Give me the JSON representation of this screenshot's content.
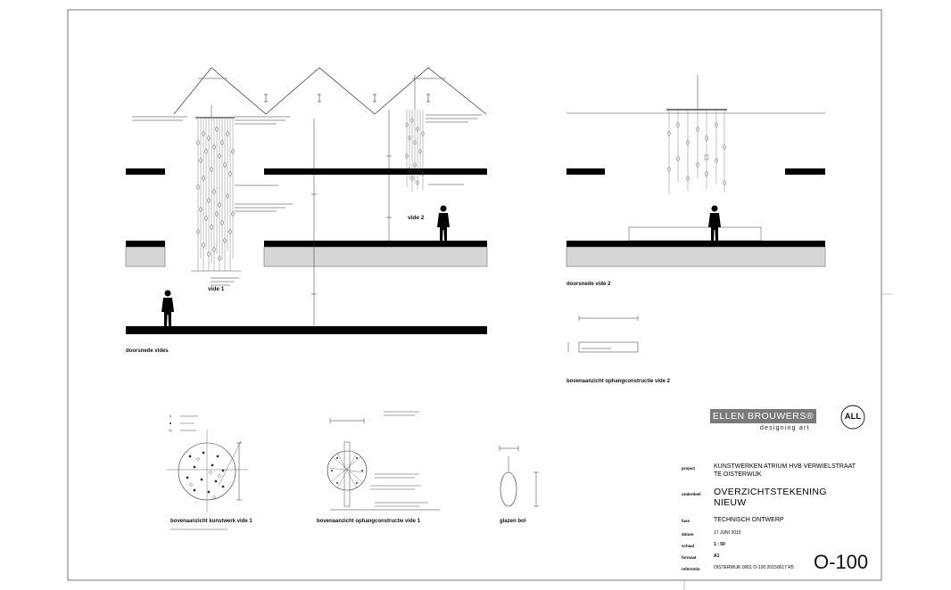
{
  "drawing": {
    "labels": {
      "vide1": "vide 1",
      "vide2": "vide 2",
      "section_vides": "doorsnede vides",
      "section_vide2": "doorsnede vide 2",
      "top_view_suspension_vide2": "bovenaanzicht ophangconstructie vide 2",
      "top_view_artwork_vide1": "bovenaanzicht kunstwerk vide 1",
      "top_view_suspension_vide1": "bovenaanzicht ophangconstructie vide 1",
      "glass_ball": "glazen bol"
    }
  },
  "branding": {
    "company": "ELLEN BROUWERS®",
    "tagline": "designing art",
    "badge": "ALL"
  },
  "title_block": {
    "project_key": "project",
    "project_line1": "KUNSTWERKEN ATRIUM HVB VERWIELSTRAAT",
    "project_line2": "TE OISTERWIJK",
    "subject_key": "onderdeel",
    "subject_line1": "OVERZICHTSTEKENING",
    "subject_line2": "NIEUW",
    "phase_key": "fase",
    "phase_value": "TECHNISCH ONTWERP",
    "date_key": "datum",
    "date_value": "17 JUNI 2015",
    "scale_key": "schaal",
    "scale_value": "1 : 50",
    "format_key": "formaat",
    "format_value": "A1",
    "reference_key": "referentie",
    "reference_value": "OISTERWIJK 0001 O-100 20150617 R5",
    "sheet_number": "O-100"
  }
}
